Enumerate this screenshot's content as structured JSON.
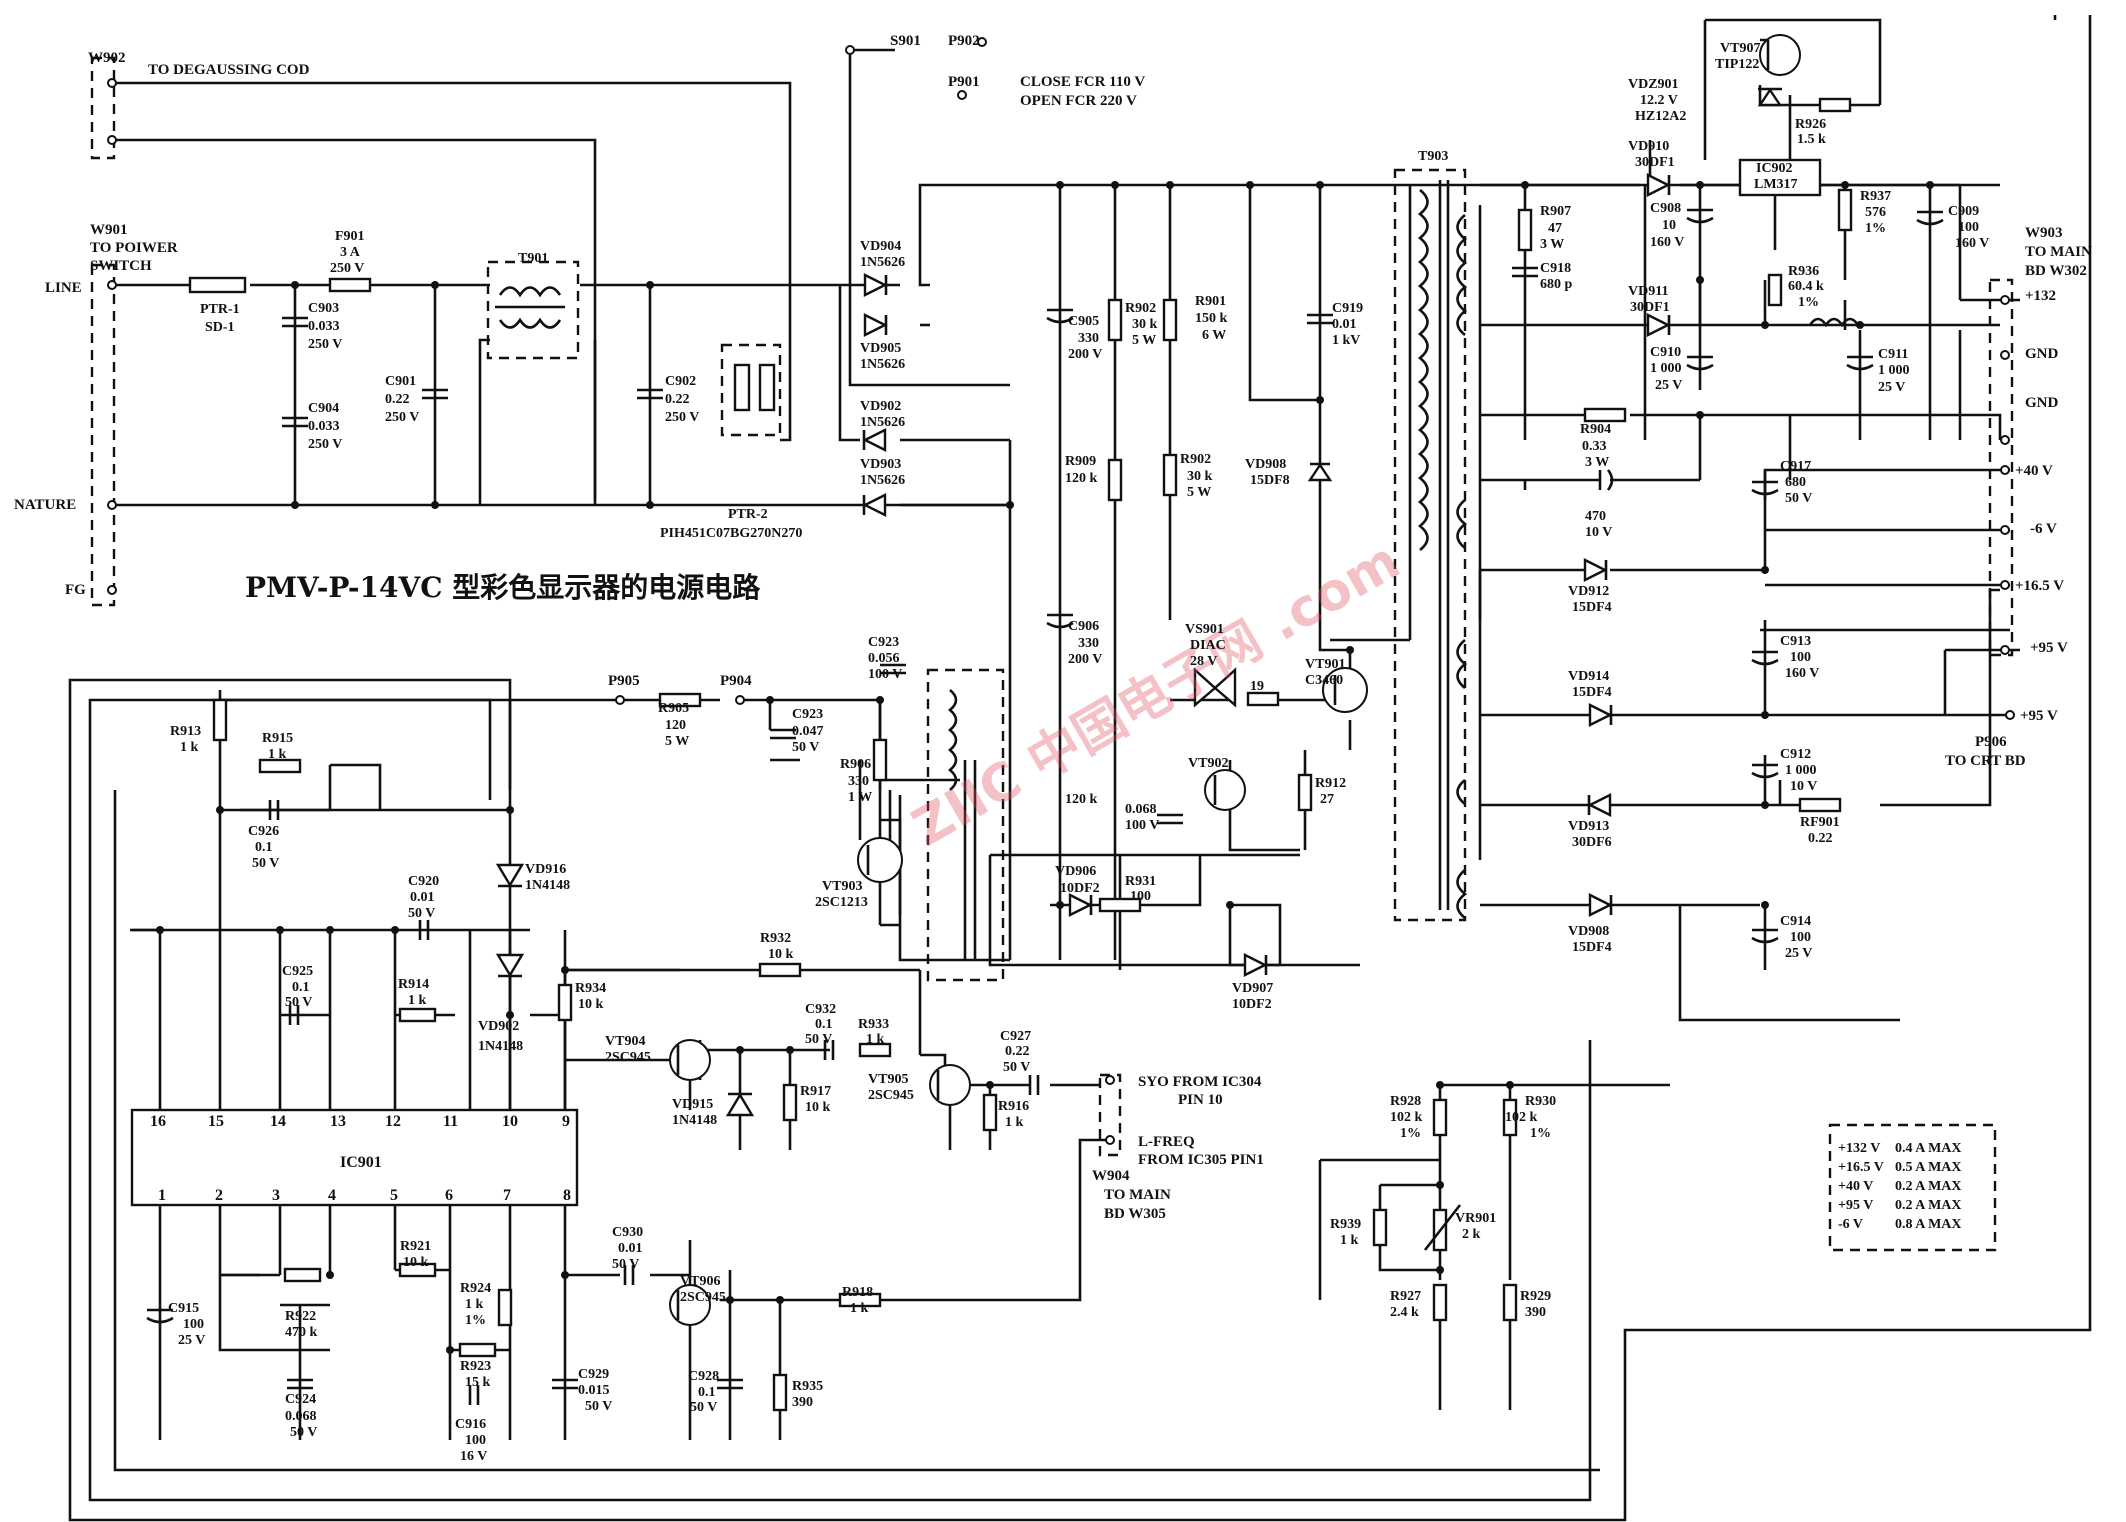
{
  "title": "PMV-P-14VC 型彩色显示器的电源电路",
  "watermark": "ZIIC 中国电子网 .com",
  "connectors": {
    "w902": {
      "ref": "W902",
      "desc": "TO DEGAUSSING COD"
    },
    "w901": {
      "ref": "W901",
      "desc1": "TO POIWER",
      "desc2": "SWITCH",
      "pins": [
        "LINE",
        "NATURE",
        "FG"
      ]
    },
    "w903": {
      "ref": "W903",
      "desc1": "TO MAIN",
      "desc2": "BD W302",
      "pins": [
        "+132",
        "GND",
        "GND",
        "+40 V",
        "-6 V",
        "+16.5 V",
        "+95 V"
      ]
    },
    "w904": {
      "ref": "W904",
      "desc1": "TO MAIN",
      "desc2": "BD W305"
    },
    "p906": {
      "ref": "P906",
      "desc": "TO CRT BD",
      "out": "+95 V"
    },
    "s901": "S901",
    "p902": "P902",
    "p901": "P901",
    "p905": "P905",
    "p904": "P904",
    "switch_note": [
      "CLOSE FCR 110 V",
      "OPEN FCR 220 V"
    ],
    "syo": [
      "SYO FROM IC304",
      "PIN 10"
    ],
    "lfreq": [
      "L-FREQ",
      "FROM IC305 PIN1"
    ]
  },
  "components": {
    "ptr1": [
      "PTR-1",
      "SD-1"
    ],
    "f901": [
      "F901",
      "3 A",
      "250 V"
    ],
    "t901": "T901",
    "c903": [
      "C903",
      "0.033",
      "250 V"
    ],
    "c904": [
      "C904",
      "0.033",
      "250 V"
    ],
    "c901": [
      "C901",
      "0.22",
      "250 V"
    ],
    "c902": [
      "C902",
      "0.22",
      "250 V"
    ],
    "ptr2": [
      "PTR-2",
      "PIH451C07BG270N270"
    ],
    "vd904": [
      "VD904",
      "1N5626"
    ],
    "vd905": [
      "VD905",
      "1N5626"
    ],
    "vd902a": [
      "VD902",
      "1N5626"
    ],
    "vd903": [
      "VD903",
      "1N5626"
    ],
    "c905": [
      "C905",
      "330",
      "200 V"
    ],
    "c906": [
      "C906",
      "330",
      "200 V"
    ],
    "r902a": [
      "R902",
      "30 k",
      "5 W"
    ],
    "r901": [
      "R901",
      "150 k",
      "6 W"
    ],
    "c919": [
      "C919",
      "0.01",
      "1 kV"
    ],
    "r909": [
      "R909",
      "120 k"
    ],
    "r902b": [
      "R902",
      "30 k",
      "5 W"
    ],
    "vd908a": [
      "VD908",
      "15DF8"
    ],
    "t903": "T903",
    "vs901": [
      "VS901",
      "DIAC",
      "28 V"
    ],
    "r919": "19",
    "vt901": [
      "VT901",
      "C3460"
    ],
    "vt902": "VT902",
    "r912": [
      "R912",
      "27"
    ],
    "r120k": "120 k",
    "c068": [
      "0.068",
      "100 V"
    ],
    "vd906": [
      "VD906",
      "10DF2"
    ],
    "r931": [
      "R931",
      "100"
    ],
    "vd907": [
      "VD907",
      "10DF2"
    ],
    "r907": [
      "R907",
      "47",
      "3 W"
    ],
    "c918": [
      "C918",
      "680 p"
    ],
    "vt907": [
      "VT907",
      "TIP122"
    ],
    "vdz901": [
      "VDZ901",
      "12.2 V",
      "HZ12A2"
    ],
    "r926": [
      "R926",
      "1.5 k"
    ],
    "vd910": [
      "VD910",
      "30DF1"
    ],
    "ic902": [
      "IC902",
      "LM317"
    ],
    "c908": [
      "C908",
      "10",
      "160 V"
    ],
    "r937": [
      "R937",
      "576",
      "1%"
    ],
    "c909": [
      "C909",
      "100",
      "160 V"
    ],
    "r936": [
      "R936",
      "60.4 k",
      "1%"
    ],
    "vd911": [
      "VD911",
      "30DF1"
    ],
    "c910": [
      "C910",
      "1 000",
      "25 V"
    ],
    "c911": [
      "C911",
      "1 000",
      "25 V"
    ],
    "r904": [
      "R904",
      "0.33",
      "3 W"
    ],
    "c917": [
      "C917",
      "680",
      "50 V"
    ],
    "c470": [
      "470",
      "10 V"
    ],
    "vd912": [
      "VD912",
      "15DF4"
    ],
    "vd914": [
      "VD914",
      "15DF4"
    ],
    "c913": [
      "C913",
      "100",
      "160 V"
    ],
    "c912": [
      "C912",
      "1 000",
      "10 V"
    ],
    "vd913": [
      "VD913",
      "30DF6"
    ],
    "rf901": [
      "RF901",
      "0.22"
    ],
    "vd908b": [
      "VD908",
      "15DF4"
    ],
    "c914": [
      "C914",
      "100",
      "25 V"
    ],
    "c923a": [
      "C923",
      "0.056",
      "100 V"
    ],
    "r905": [
      "R905",
      "120",
      "5 W"
    ],
    "c923b": [
      "C923",
      "0.047",
      "50 V"
    ],
    "r906": [
      "R906",
      "330",
      "1 W"
    ],
    "vt903": [
      "VT903",
      "2SC1213"
    ],
    "r913": [
      "R913",
      "1 k"
    ],
    "r915": [
      "R915",
      "1 k"
    ],
    "c926": [
      "C926",
      "0.1",
      "50 V"
    ],
    "vd916": [
      "VD916",
      "1N4148"
    ],
    "c920": [
      "C920",
      "0.01",
      "50 V"
    ],
    "c925": [
      "C925",
      "0.1",
      "50 V"
    ],
    "r914": [
      "R914",
      "1 k"
    ],
    "vd902b": [
      "VD902",
      "1N4148"
    ],
    "r932": [
      "R932",
      "10 k"
    ],
    "r934": [
      "R934",
      "10 k"
    ],
    "vt904": [
      "VT904",
      "2SC945"
    ],
    "vd915": [
      "VD915",
      "1N4148"
    ],
    "r917": [
      "R917",
      "10 k"
    ],
    "c932": [
      "C932",
      "0.1",
      "50 V"
    ],
    "r933": [
      "R933",
      "1 k"
    ],
    "vt905": [
      "VT905",
      "2SC945"
    ],
    "c927": [
      "C927",
      "0.22",
      "50 V"
    ],
    "r916": [
      "R916",
      "1 k"
    ],
    "ic901": "IC901",
    "ic901_top_pins": [
      "16",
      "15",
      "14",
      "13",
      "12",
      "11",
      "10",
      "9"
    ],
    "ic901_bottom_pins": [
      "1",
      "2",
      "3",
      "4",
      "5",
      "6",
      "7",
      "8"
    ],
    "c915": [
      "C915",
      "100",
      "25 V"
    ],
    "r922": [
      "R922",
      "470 k"
    ],
    "c924": [
      "C924",
      "0.068",
      "50 V"
    ],
    "r921": [
      "R921",
      "10 k"
    ],
    "r924": [
      "R924",
      "1 k",
      "1%"
    ],
    "r923": [
      "R923",
      "15 k"
    ],
    "c916": [
      "C916",
      "100",
      "16 V"
    ],
    "c930": [
      "C930",
      "0.01",
      "50 V"
    ],
    "vt906": [
      "VT906",
      "2SC945"
    ],
    "r918": [
      "R918",
      "1 k"
    ],
    "c929": [
      "C929",
      "0.015",
      "50 V"
    ],
    "c928": [
      "C928",
      "0.1",
      "50 V"
    ],
    "r935": [
      "R935",
      "390"
    ],
    "r928": [
      "R928",
      "102 k",
      "1%"
    ],
    "r930": [
      "R930",
      "102 k",
      "1%"
    ],
    "r939": [
      "R939",
      "1 k"
    ],
    "vr901": [
      "VR901",
      "2 k"
    ],
    "r927": [
      "R927",
      "2.4 k"
    ],
    "r929": [
      "R929",
      "390"
    ]
  },
  "ratings_table": [
    [
      "+132 V",
      "0.4 A MAX"
    ],
    [
      "+16.5 V",
      "0.5 A MAX"
    ],
    [
      "+40 V",
      "0.2 A MAX"
    ],
    [
      "+95 V",
      "0.2 A MAX"
    ],
    [
      "-6 V",
      "0.8 A MAX"
    ]
  ]
}
